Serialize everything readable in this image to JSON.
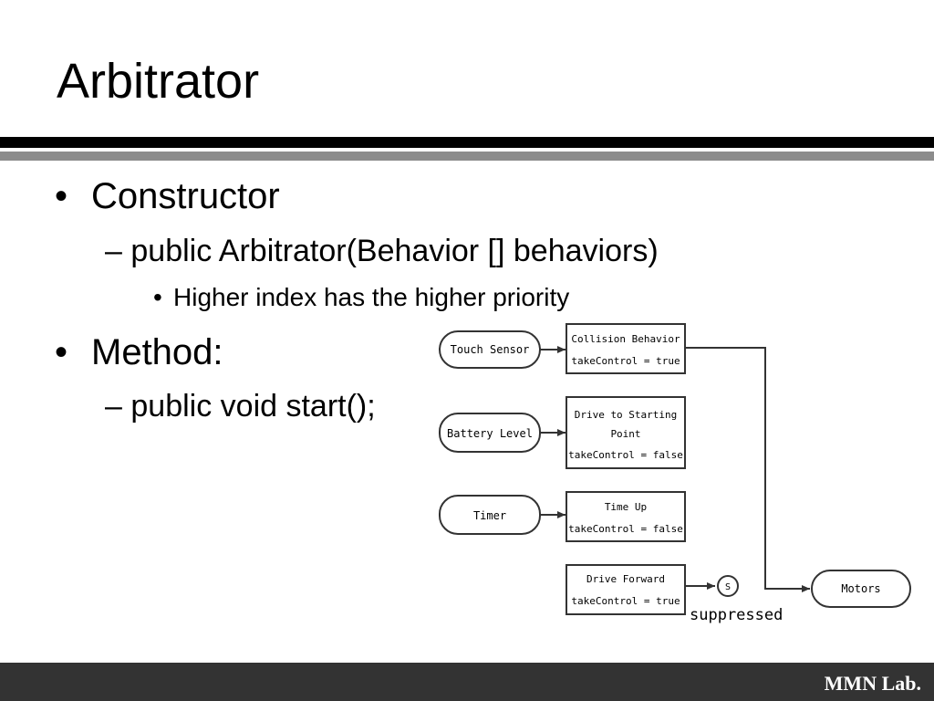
{
  "slide": {
    "title": "Arbitrator",
    "bullets": [
      {
        "marker": "•",
        "text": "Constructor"
      },
      {
        "marker": "–",
        "text": "public Arbitrator(Behavior [] behaviors)"
      },
      {
        "marker": "•",
        "text": "Higher index has the higher priority"
      },
      {
        "marker": "•",
        "text": "Method:"
      },
      {
        "marker": "–",
        "text": "public void start();"
      }
    ]
  },
  "diagram": {
    "sensors": [
      "Touch Sensor",
      "Battery Level",
      "Timer"
    ],
    "behaviors": [
      {
        "lines": [
          "Collision Behavior",
          "takeControl = true"
        ]
      },
      {
        "lines": [
          "Drive to Starting",
          "Point",
          "takeControl = false"
        ]
      },
      {
        "lines": [
          "Time Up",
          "takeControl = false"
        ]
      },
      {
        "lines": [
          "Drive Forward",
          "takeControl = true"
        ]
      }
    ],
    "suppressor_symbol": "S",
    "suppressed_label": "suppressed",
    "output": "Motors"
  },
  "footer": {
    "lab": "MMN Lab."
  }
}
